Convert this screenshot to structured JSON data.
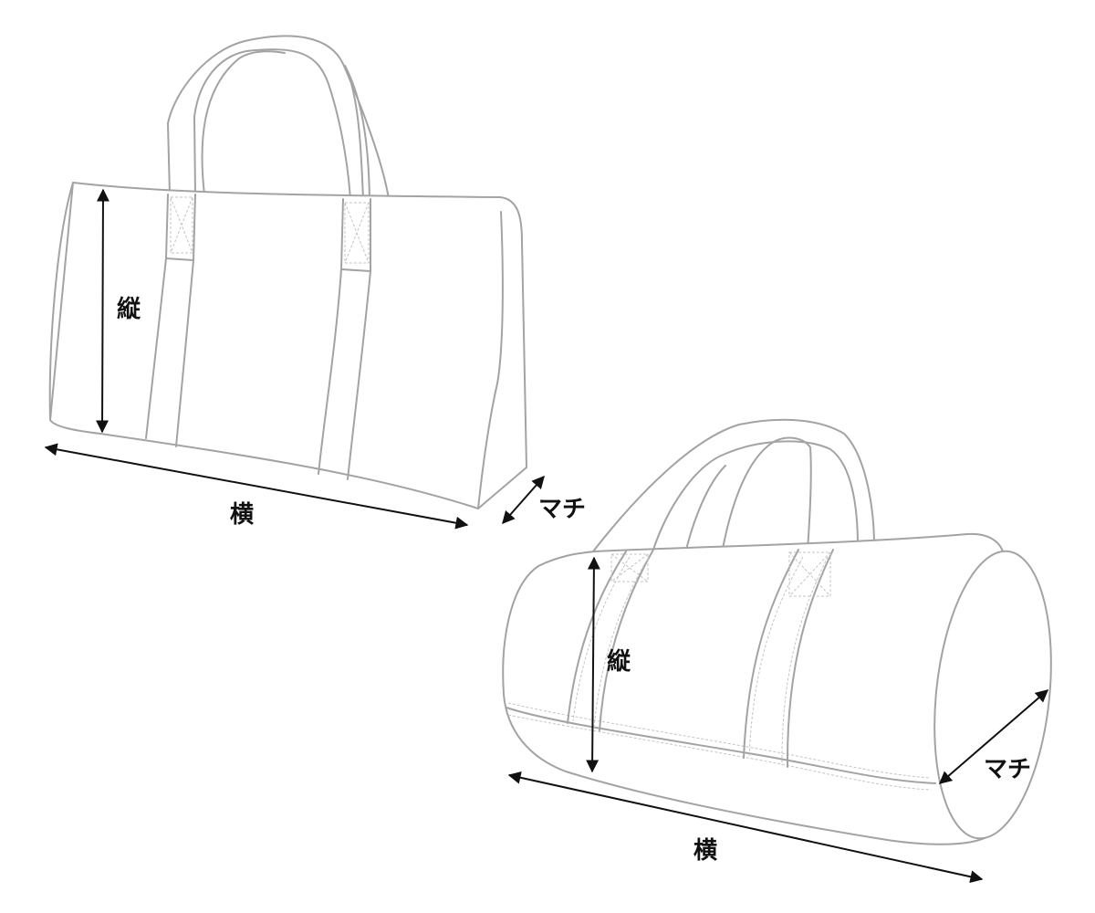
{
  "colors": {
    "outline": "#a3a3a3",
    "stitch": "#c4c4c4",
    "dimension": "#111111",
    "background": "#ffffff"
  },
  "tote_bag": {
    "height_label": "縦",
    "width_label": "横",
    "depth_label": "マチ"
  },
  "duffle_bag": {
    "height_label": "縦",
    "width_label": "横",
    "depth_label": "マチ"
  }
}
